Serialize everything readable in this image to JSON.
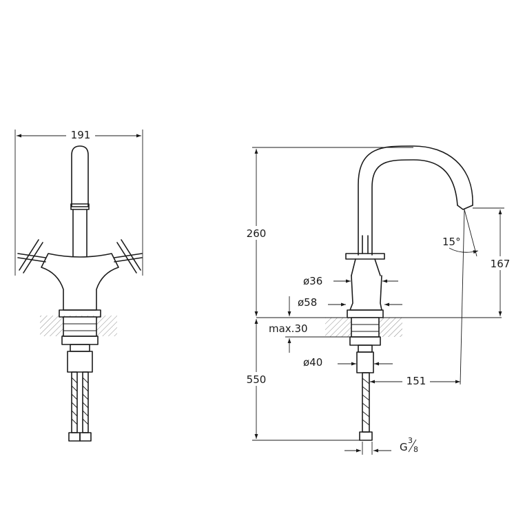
{
  "front_view": {
    "width_label": "191"
  },
  "side_view": {
    "height_label": "260",
    "spout_height_label": "167",
    "angle_label": "15°",
    "diam_upper_label": "ø36",
    "diam_base_label": "ø58",
    "max_thickness_label": "max.30",
    "diam_shank_label": "ø40",
    "hose_length_label": "550",
    "reach_label": "151",
    "thread_label_g": "G",
    "thread_numerator": "3",
    "thread_denominator": "8"
  },
  "colors": {
    "line": "#1a1a1a",
    "hatch": "#8a8a8a",
    "background": "#ffffff"
  }
}
